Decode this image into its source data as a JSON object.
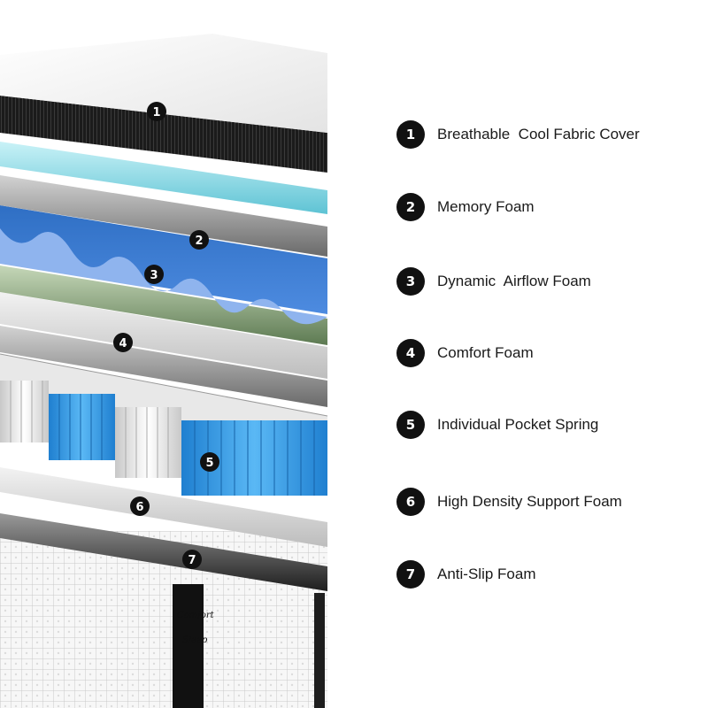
{
  "layers": [
    {
      "number": "1",
      "label": "Breathable  Cool Fabric Cover"
    },
    {
      "number": "2",
      "label": "Memory Foam"
    },
    {
      "number": "3",
      "label": "Dynamic  Airflow Foam"
    },
    {
      "number": "4",
      "label": "Comfort Foam"
    },
    {
      "number": "5",
      "label": "Individual Pocket Spring"
    },
    {
      "number": "6",
      "label": "High Density Support Foam"
    },
    {
      "number": "7",
      "label": "Anti-Slip Foam"
    }
  ],
  "brand": {
    "line1": "Comfort",
    "line2": "Sleep"
  },
  "colors": {
    "badge": "#111111",
    "cool_gel": "#7fd3e0",
    "airflow_blue": "#3f7fd0",
    "airflow_light": "#8fb4ee",
    "comfort_green": "#7d9a6e",
    "spring_blue": "#2e9be6",
    "spring_white": "#f0f0f0"
  }
}
